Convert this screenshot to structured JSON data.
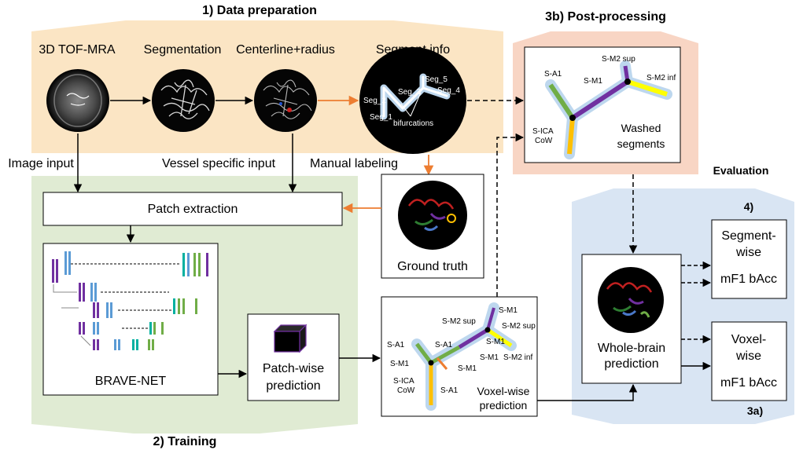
{
  "sections": {
    "data_prep": "1) Data preparation",
    "training": "2) Training",
    "postproc": "3b) Post-processing",
    "evaluation": "Evaluation",
    "eval_num": "4)",
    "eval_3a": "3a)"
  },
  "steps": {
    "tof": "3D TOF-MRA",
    "segmentation": "Segmentation",
    "centerline": "Centerline+radius",
    "segment_info": "Segment info"
  },
  "segment_info_labels": {
    "seg1": "Seg_1",
    "seg2": "Seg_2",
    "seg3": "Seg_3",
    "seg4": "Seg_4",
    "seg5": "Seg_5",
    "bifurcations": "bifurcations"
  },
  "inputs": {
    "image_input": "Image input",
    "vessel_input": "Vessel specific input",
    "manual_labeling": "Manual labeling"
  },
  "boxes": {
    "patch_extraction": "Patch extraction",
    "ground_truth": "Ground truth",
    "bravenet": "BRAVE-NET",
    "patchwise_line1": "Patch-wise",
    "patchwise_line2": "prediction",
    "voxelwise_line1": "Voxel-wise",
    "voxelwise_line2": "prediction",
    "washed_line1": "Washed",
    "washed_line2": "segments",
    "wholebrain_line1": "Whole-brain",
    "wholebrain_line2": "prediction",
    "segment_wise_1": "Segment-",
    "segment_wise_2": "wise",
    "segment_wise_3": "mF1 bAcc",
    "voxel_wise_1": "Voxel-",
    "voxel_wise_2": "wise",
    "voxel_wise_3": "mF1 bAcc"
  },
  "vessel_labels_post": {
    "m2sup": "S-M2 sup",
    "a1": "S-A1",
    "m1": "S-M1",
    "m2inf": "S-M2 inf",
    "ica1": "S-ICA",
    "ica2": "CoW"
  },
  "vessel_labels_voxel": {
    "m1_top": "S-M1",
    "m2sup_left": "S-M2 sup",
    "m2sup_right": "S-M2 sup",
    "a1_a": "S-A1",
    "a1_b": "S-A1",
    "m1_mid": "S-M1",
    "m1_left": "S-M1",
    "m1_right": "S-M1",
    "m2inf": "S-M2 inf",
    "ica1": "S-ICA",
    "ica2": "CoW",
    "a1_bottom": "S-A1"
  },
  "colors": {
    "data_prep_bg": "#fbe5c4",
    "training_bg": "#e0ebd3",
    "postproc_bg": "#f8d5c4",
    "evaluation_bg": "#d9e5f3",
    "orange_arrow": "#ed7d31",
    "vessel_green": "#70ad47",
    "vessel_purple": "#7030a0",
    "vessel_yellow": "#ffff00",
    "vessel_orange": "#ffc000",
    "vessel_halo": "#bdd7ee"
  }
}
